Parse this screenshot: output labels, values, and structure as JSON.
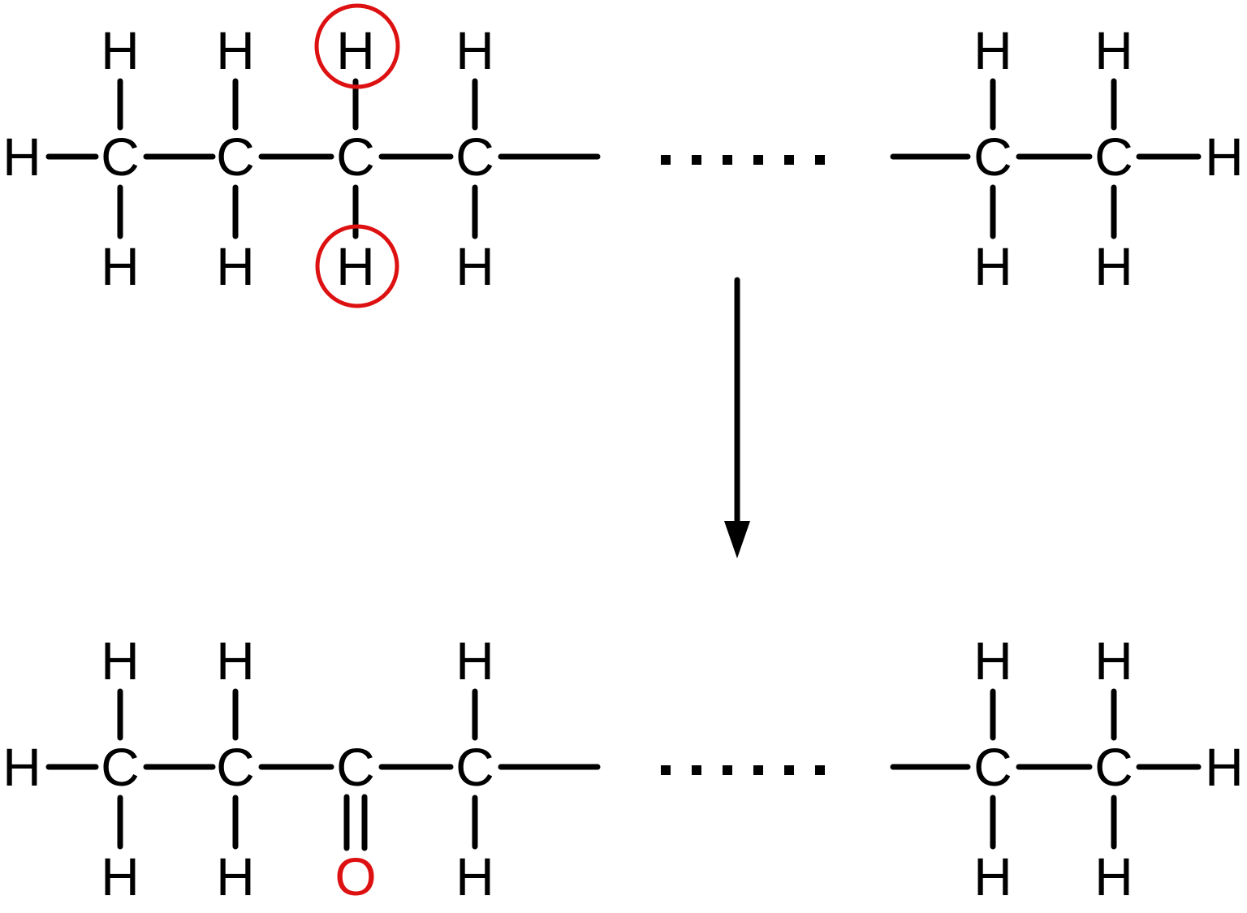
{
  "colors": {
    "bond": "#000000",
    "highlight": "#dd1111",
    "atom": "#000000"
  },
  "reactant": {
    "carbon_label": "C",
    "hydrogen_label": "H",
    "highlighted_hydrogens": [
      "H",
      "H"
    ]
  },
  "product": {
    "carbon_label": "C",
    "hydrogen_label": "H",
    "oxygen_label": "O"
  },
  "chain_continuation": "......",
  "arrow_icon": "down-arrow"
}
